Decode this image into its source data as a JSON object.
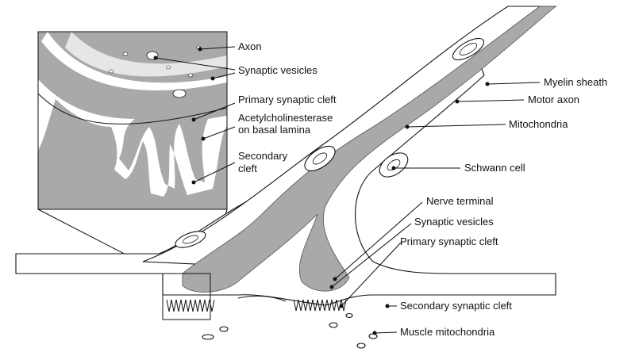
{
  "colors": {
    "axoplasm": "#a9a9a9",
    "line": "#111111",
    "background": "#ffffff"
  },
  "inset_labels": {
    "axon": "Axon",
    "synaptic_vesicles": "Synaptic vesicles",
    "primary_synaptic_cleft": "Primary synaptic cleft",
    "acetylcholinesterase_line1": "Acetylcholinesterase",
    "acetylcholinesterase_line2": "on basal lamina",
    "secondary_cleft_line1": "Secondary",
    "secondary_cleft_line2": "cleft"
  },
  "main_labels": {
    "myelin_sheath": "Myelin sheath",
    "motor_axon": "Motor axon",
    "mitochondria": "Mitochondria",
    "schwann_cell": "Schwann cell",
    "nerve_terminal": "Nerve terminal",
    "synaptic_vesicles": "Synaptic vesicles",
    "primary_synaptic_cleft": "Primary synaptic cleft",
    "secondary_synaptic_cleft": "Secondary synaptic cleft",
    "muscle_mitochondria": "Muscle mitochondria"
  }
}
